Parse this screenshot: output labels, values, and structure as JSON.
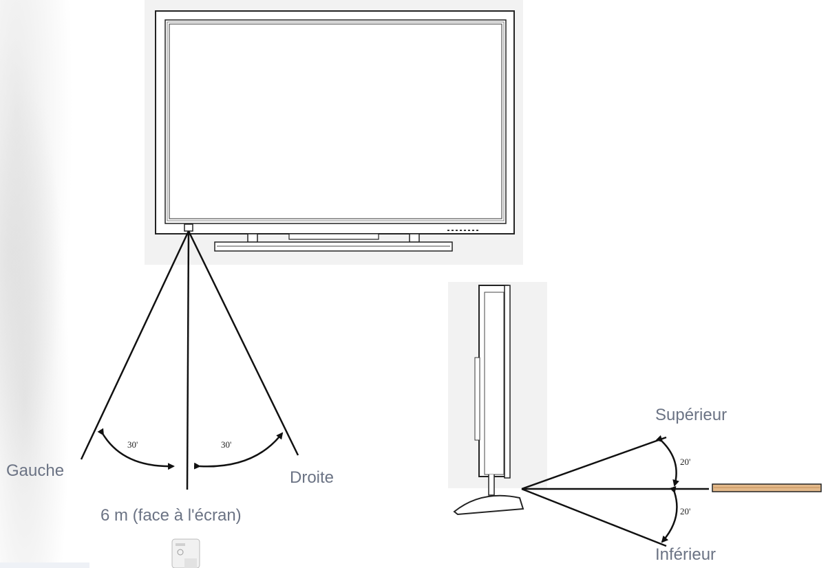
{
  "labels": {
    "left": "Gauche",
    "right": "Droite",
    "distance": "6 m (face à l'écran)",
    "upper": "Supérieur",
    "lower": "Inférieur"
  },
  "angles": {
    "horizontal_left": "30'",
    "horizontal_right": "30'",
    "vertical_up": "20'",
    "vertical_down": "20'"
  },
  "icons": {
    "front_view": "flat-panel-tv-front-icon",
    "side_view": "flat-panel-tv-side-icon",
    "remote": "remote-control-icon",
    "bg_texture": "marble-texture"
  },
  "colors": {
    "label_text": "#6b7384",
    "line": "#111111",
    "remote_body": "#e3b98a"
  }
}
